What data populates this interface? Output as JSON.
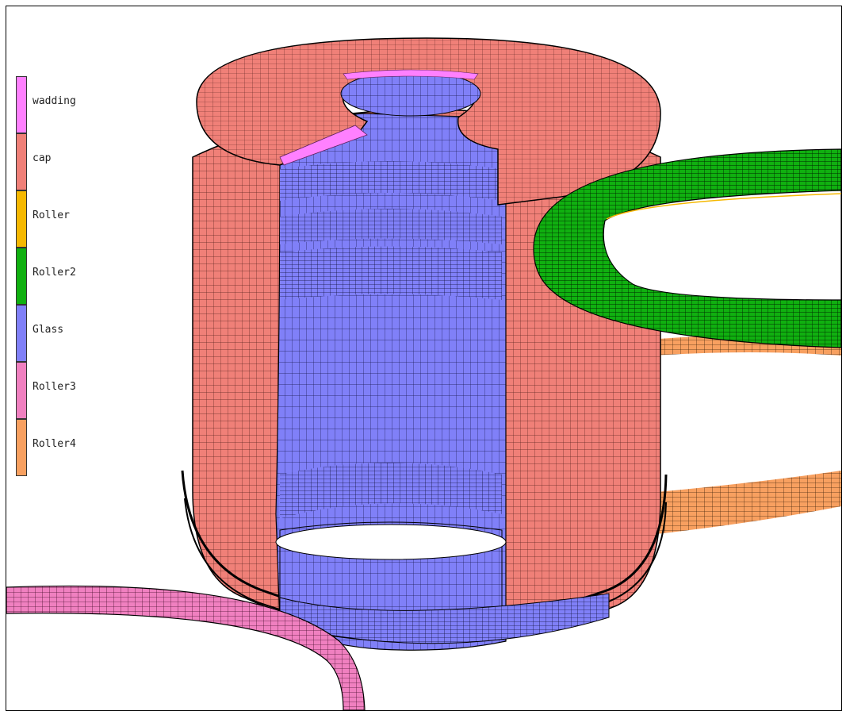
{
  "legend": {
    "items": [
      {
        "label": "wadding",
        "color": "#ff80ff"
      },
      {
        "label": "cap",
        "color": "#f08078"
      },
      {
        "label": "Roller",
        "color": "#f5b800"
      },
      {
        "label": "Roller2",
        "color": "#10b010"
      },
      {
        "label": "Glass",
        "color": "#8080f8"
      },
      {
        "label": "Roller3",
        "color": "#f080c0"
      },
      {
        "label": "Roller4",
        "color": "#f8a060"
      }
    ]
  }
}
